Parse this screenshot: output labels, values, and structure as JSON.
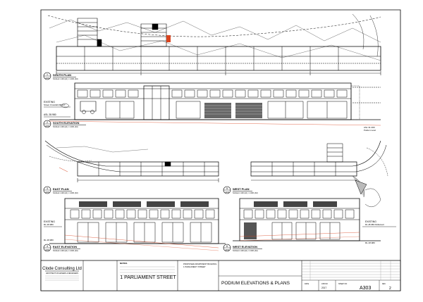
{
  "plans": [
    {
      "number": "1",
      "sheet_ref": "A303",
      "title": "SOUTH PLAN",
      "scale": "SCALE 1:100 (A1) / 1:200 (A3)"
    },
    {
      "number": "2",
      "sheet_ref": "A303",
      "title": "SOUTH ELEVATION",
      "scale": "SCALE 1:100 (A1) / 1:200 (A3)"
    },
    {
      "number": "3",
      "sheet_ref": "A303",
      "title": "EAST PLAN",
      "scale": "SCALE 1:100 (A1) / 1:200 (A3)"
    },
    {
      "number": "4",
      "sheet_ref": "A303",
      "title": "EAST ELEVATION",
      "scale": "SCALE 1:100 (A1) / 1:200 (A3)"
    },
    {
      "number": "5",
      "sheet_ref": "A303",
      "title": "WEST PLAN",
      "scale": "SCALE 1:100 (A1) / 1:200 (A3)"
    },
    {
      "number": "6",
      "sheet_ref": "A303",
      "title": "WEST ELEVATION",
      "scale": "SCALE 1:100 (A1) / 1:200 (A3)"
    }
  ],
  "levels": {
    "south_existing": "EXISTING",
    "south_existing_value": "Street Crossfall 28.927",
    "south_asl": "ASL 28.980",
    "south_right_level": "ASL 31.000",
    "south_right_label": "Podium Level",
    "east_existing": "EXISTING",
    "east_existing_value": "RL 28.980",
    "east_rl": "RL 28.980",
    "west_existing": "EXISTING",
    "west_existing_value": "RL 28.980 Parliament",
    "west_rl": "RL 28.980"
  },
  "title_block": {
    "company": "Clode Consulting Ltd",
    "company_sub": "ARCHITECTS PLANNERS & DESIGNERS",
    "project_name": "1 PARLIAMENT STREET",
    "notes_heading": "NOTES",
    "proposed": "PROPOSED APARTMENT BUILDING",
    "address": "1 PARLIAMENT STREET",
    "sheet_title": "PODIUM ELEVATIONS & PLANS",
    "job_no": "2017",
    "sheet_number": "A303",
    "revision": "2",
    "date_label": "DATE",
    "job_label": "JOB NO",
    "sheet_label": "SHEET NO",
    "rev_label": "REV"
  }
}
